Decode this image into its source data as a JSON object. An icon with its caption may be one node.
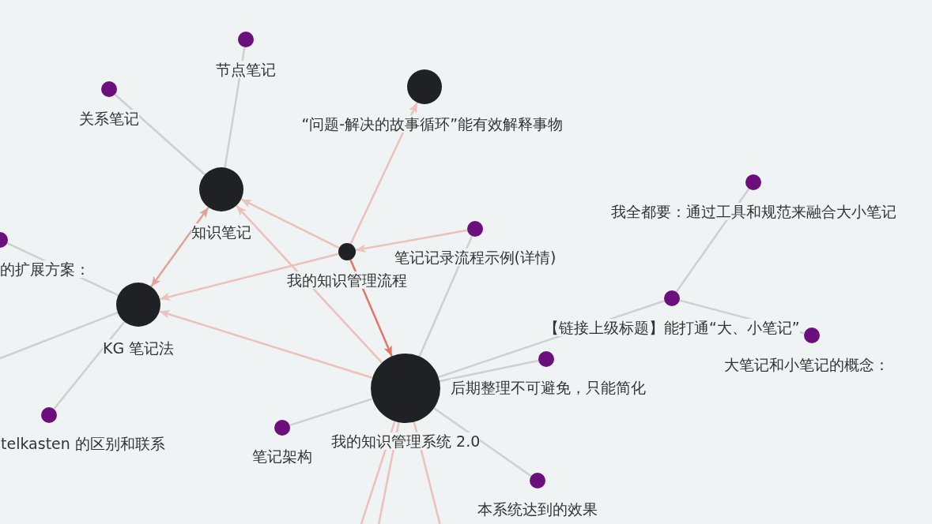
{
  "diagram": {
    "nodes": [
      {
        "text": [],
        "shape": "circle",
        "beside": [
          "节点笔记"
        ]
      },
      {
        "text": [],
        "shape": "circle",
        "beside": [
          "关系笔记"
        ]
      },
      {
        "text": [],
        "shape": "circle",
        "beside": [
          "“问题-解决的故事循环”能有效解释事物"
        ]
      },
      {
        "text": [],
        "shape": "circle",
        "beside": [
          "知识笔记"
        ]
      },
      {
        "text": [],
        "shape": "circle",
        "beside": [
          "我全都要：通过工具和规范来融合大小笔记"
        ]
      },
      {
        "text": [],
        "shape": "circle",
        "beside": [
          "笔记记录流程示例(详情)"
        ]
      },
      {
        "text": [],
        "shape": "circle",
        "beside": [
          "我的知识管理流程"
        ]
      },
      {
        "text": [],
        "shape": "circle",
        "beside": [
          "的扩展方案："
        ]
      },
      {
        "text": [],
        "shape": "circle",
        "beside": [
          "KG 笔记法"
        ]
      },
      {
        "text": [],
        "shape": "circle",
        "beside": [
          "【链接上级标题】能打通“大、小笔记”"
        ]
      },
      {
        "text": [],
        "shape": "circle",
        "beside": [
          "大笔记和小笔记的概念："
        ]
      },
      {
        "text": [],
        "shape": "circle",
        "beside": [
          "后期整理不可避免，只能简化"
        ]
      },
      {
        "text": [],
        "shape": "circle",
        "beside": [
          "我的知识管理系统 2.0"
        ]
      },
      {
        "text": [],
        "shape": "circle",
        "beside": [
          "笔记架构"
        ]
      },
      {
        "text": [],
        "shape": "circle",
        "beside": [
          "telkasten 的区别和联系"
        ]
      },
      {
        "text": [],
        "shape": "circle",
        "beside": [
          "本系统达到的效果"
        ]
      }
    ],
    "edges": [
      {
        "from": 0,
        "to": 3,
        "arrow": "none"
      },
      {
        "from": 1,
        "to": 3,
        "arrow": "none"
      },
      {
        "from": 7,
        "to": 8,
        "arrow": "none"
      },
      {
        "from": 8,
        "to": 14,
        "arrow": "none"
      },
      {
        "from": 8,
        "to": null,
        "arrow": "none"
      },
      {
        "from": 12,
        "to": 5,
        "arrow": "none"
      },
      {
        "from": 12,
        "to": 9,
        "arrow": "none"
      },
      {
        "from": 9,
        "to": 4,
        "arrow": "none"
      },
      {
        "from": 9,
        "to": 10,
        "arrow": "none"
      },
      {
        "from": 12,
        "to": 11,
        "arrow": "none"
      },
      {
        "from": 12,
        "to": 13,
        "arrow": "none"
      },
      {
        "from": 12,
        "to": 15,
        "arrow": "none"
      },
      {
        "from": 6,
        "to": 2,
        "arrow": "to",
        "color": "#ecc0bb"
      },
      {
        "from": 5,
        "to": 6,
        "arrow": "to",
        "color": "#ecc0bb"
      },
      {
        "from": 6,
        "to": 3,
        "arrow": "to",
        "color": "#ecc0bb"
      },
      {
        "from": 6,
        "to": 8,
        "arrow": "to",
        "color": "#ecc0bb"
      },
      {
        "from": 6,
        "to": 12,
        "arrow": "to",
        "color": "#e07668"
      },
      {
        "from": 12,
        "to": 3,
        "arrow": "to",
        "color": "#ecc0bb"
      },
      {
        "from": 12,
        "to": 8,
        "arrow": "to",
        "color": "#ecc0bb"
      },
      {
        "from": 3,
        "to": 8,
        "arrow": "both",
        "color": "#e3a197"
      },
      {
        "from": 12,
        "to": null,
        "arrow": "none",
        "color": "#ecc0bb"
      },
      {
        "from": 12,
        "to": null,
        "arrow": "none",
        "color": "#ecc0bb"
      },
      {
        "from": 12,
        "to": null,
        "arrow": "none",
        "color": "#ecc0bb"
      }
    ]
  }
}
